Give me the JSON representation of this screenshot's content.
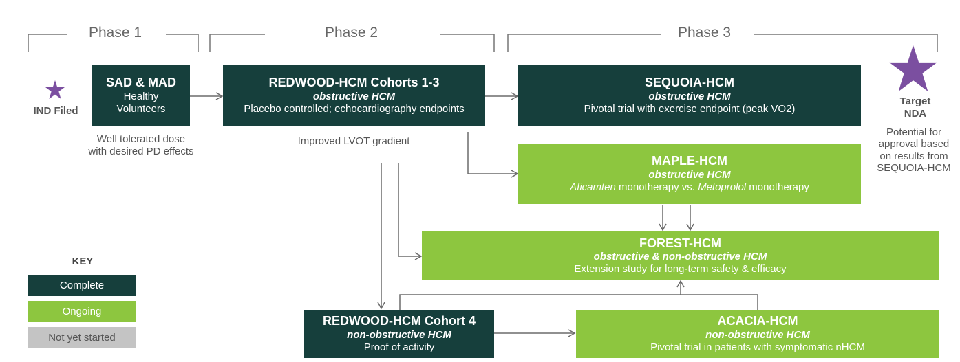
{
  "phases": [
    {
      "label": "Phase 1"
    },
    {
      "label": "Phase 2"
    },
    {
      "label": "Phase 3"
    }
  ],
  "milestones": {
    "ind": {
      "label": "IND Filed"
    },
    "nda": {
      "line1": "Target",
      "line2": "NDA",
      "note": [
        "Potential for",
        "approval based",
        "on results from",
        "SEQUOIA-HCM"
      ]
    }
  },
  "trials": {
    "sad_mad": {
      "title": "SAD & MAD",
      "desc": [
        "Healthy",
        "Volunteers"
      ],
      "status": "complete",
      "note": [
        "Well tolerated dose",
        "with desired PD effects"
      ]
    },
    "redwood_1_3": {
      "title": "REDWOOD-HCM Cohorts 1-3",
      "sub": "obstructive HCM",
      "desc": "Placebo controlled; echocardiography endpoints",
      "status": "complete",
      "note": "Improved LVOT gradient"
    },
    "sequoia": {
      "title": "SEQUOIA-HCM",
      "sub": "obstructive HCM",
      "desc": "Pivotal trial with exercise endpoint (peak VO2)",
      "status": "complete"
    },
    "maple": {
      "title": "MAPLE-HCM",
      "sub": "obstructive HCM",
      "desc_drug1": "Aficamten",
      "desc_mid": " monotherapy vs. ",
      "desc_drug2": "Metoprolol",
      "desc_end": " monotherapy",
      "status": "ongoing"
    },
    "forest": {
      "title": "FOREST-HCM",
      "sub": "obstructive & non-obstructive HCM",
      "desc": "Extension study for long-term safety & efficacy",
      "status": "ongoing"
    },
    "redwood_4": {
      "title": "REDWOOD-HCM Cohort 4",
      "sub": "non-obstructive HCM",
      "desc": "Proof of activity",
      "status": "complete"
    },
    "acacia": {
      "title": "ACACIA-HCM",
      "sub": "non-obstructive HCM",
      "desc": "Pivotal trial in patients with symptomatic nHCM",
      "status": "ongoing"
    }
  },
  "key": {
    "title": "KEY",
    "items": [
      {
        "label": "Complete",
        "color": "#163f3c",
        "text_color": "#ffffff"
      },
      {
        "label": "Ongoing",
        "color": "#8dc63f",
        "text_color": "#ffffff"
      },
      {
        "label": "Not yet started",
        "color": "#c4c4c4",
        "text_color": "#555555"
      }
    ]
  },
  "colors": {
    "complete": "#163f3c",
    "ongoing": "#8dc63f",
    "not_started": "#c4c4c4",
    "star": "#7b4fa0",
    "connector": "#6b6b6b"
  }
}
